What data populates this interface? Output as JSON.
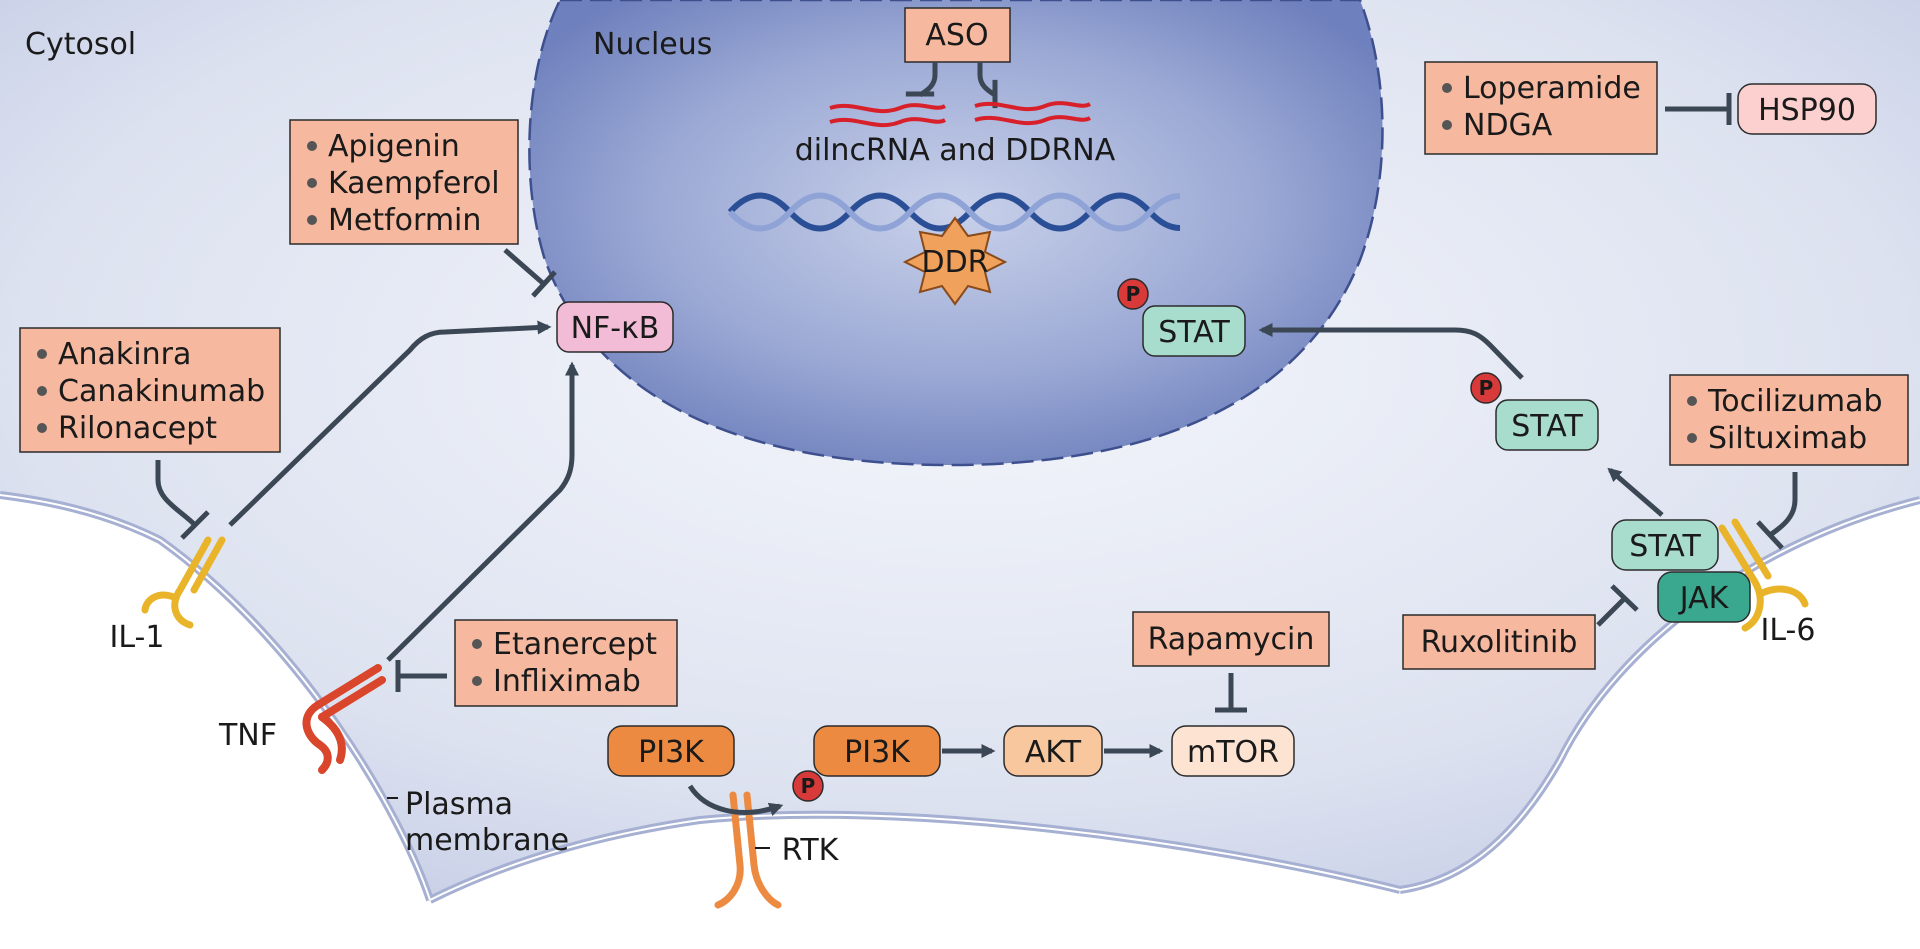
{
  "compartments": {
    "cytosol": "Cytosol",
    "nucleus": "Nucleus",
    "plasma_membrane_line1": "Plasma",
    "plasma_membrane_line2": "membrane"
  },
  "nucleus_content": {
    "aso": "ASO",
    "rna_label": "dilncRNA and DDRNA",
    "ddr": "DDR"
  },
  "drug_boxes": {
    "nfkb_inhibitors": [
      "Apigenin",
      "Kaempferol",
      "Metformin"
    ],
    "il1_inhibitors": [
      "Anakinra",
      "Canakinumab",
      "Rilonacept"
    ],
    "tnf_inhibitors": [
      "Etanercept",
      "Infliximab"
    ],
    "hsp90_inhibitors": [
      "Loperamide",
      "NDGA"
    ],
    "il6_inhibitors": [
      "Tocilizumab",
      "Siltuximab"
    ],
    "mtor_inhibitor": "Rapamycin",
    "jak_inhibitor": "Ruxolitinib"
  },
  "nodes": {
    "nfkb": "NF-κB",
    "hsp90": "HSP90",
    "stat_nuclear": "STAT",
    "stat_cyto": "STAT",
    "stat_receptor": "STAT",
    "jak": "JAK",
    "pi3k_1": "PI3K",
    "pi3k_2": "PI3K",
    "akt": "AKT",
    "mtor": "mTOR",
    "phospho": "P"
  },
  "receptors": {
    "il1": "IL-1",
    "tnf": "TNF",
    "il6": "IL-6",
    "rtk": "RTK"
  },
  "colors": {
    "drug_fill": "#f6b9a0",
    "nfkb_fill": "#f2bcd6",
    "hsp90_fill": "#fbd0cf",
    "stat_fill": "#a8dccd",
    "jak_fill": "#3aa88f",
    "pi3k_fill": "#ec8a42",
    "akt_fill": "#f8c79e",
    "mtor_fill": "#fde4d2",
    "nucleus_fill": "#8e9dcc",
    "cytosol_fill": "#d5dbec",
    "arrow": "#3b4754"
  }
}
